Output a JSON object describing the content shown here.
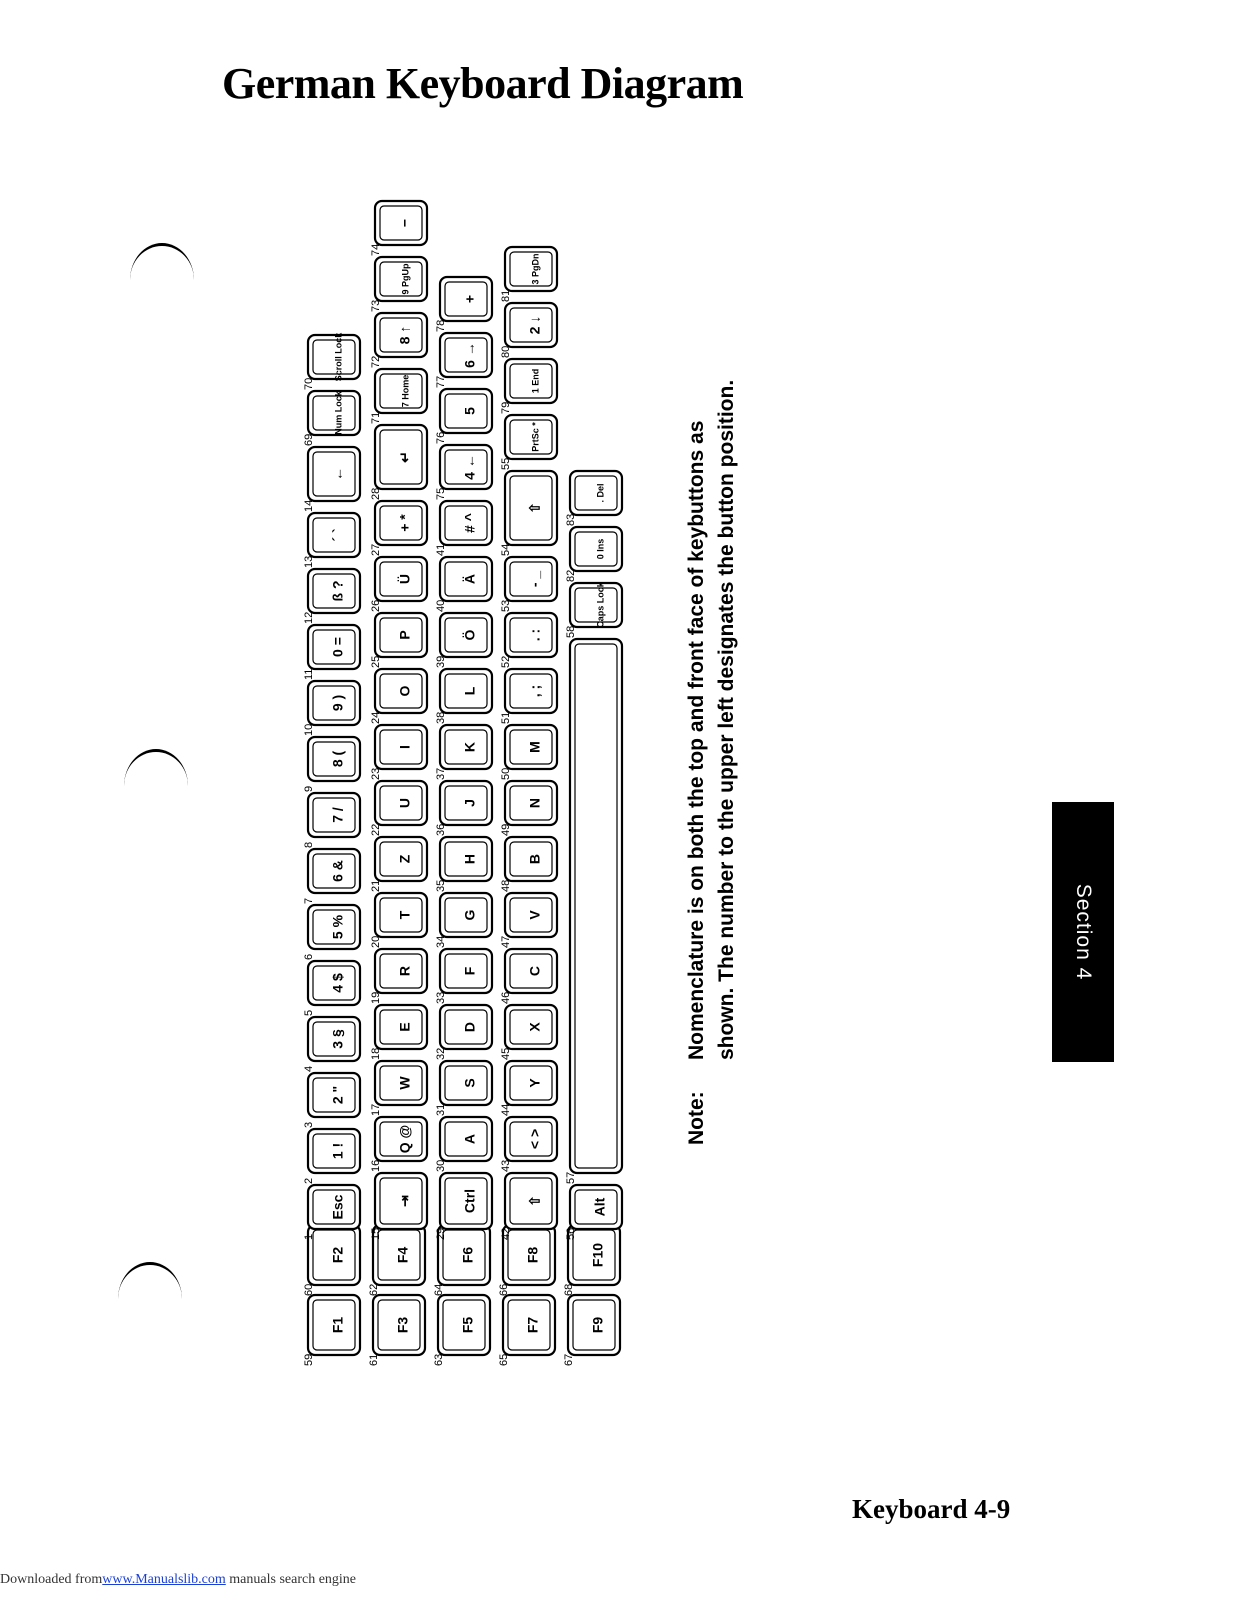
{
  "page": {
    "title": "German Keyboard Diagram",
    "note_label": "Note:",
    "note_text": "Nomenclature is on both the top and front face of keybuttons as shown. The number to the upper left designates the button position.",
    "section_tab": "Section 4",
    "page_number": "Keyboard  4-9",
    "footer_prefix": "Downloaded from",
    "footer_link": "www.Manualslib.com",
    "footer_suffix": " manuals search engine"
  },
  "keyboard": {
    "function_keys": [
      {
        "num": "59",
        "label": "F1"
      },
      {
        "num": "60",
        "label": "F2"
      },
      {
        "num": "61",
        "label": "F3"
      },
      {
        "num": "62",
        "label": "F4"
      },
      {
        "num": "63",
        "label": "F5"
      },
      {
        "num": "64",
        "label": "F6"
      },
      {
        "num": "65",
        "label": "F7"
      },
      {
        "num": "66",
        "label": "F8"
      },
      {
        "num": "67",
        "label": "F9"
      },
      {
        "num": "68",
        "label": "F10"
      }
    ],
    "rows": [
      [
        {
          "num": "1",
          "label": "Esc"
        },
        {
          "num": "2",
          "label": "1 !"
        },
        {
          "num": "3",
          "label": "2 \""
        },
        {
          "num": "4",
          "label": "3 §"
        },
        {
          "num": "5",
          "label": "4 $"
        },
        {
          "num": "6",
          "label": "5 %"
        },
        {
          "num": "7",
          "label": "6 &"
        },
        {
          "num": "8",
          "label": "7 /"
        },
        {
          "num": "9",
          "label": "8 ("
        },
        {
          "num": "10",
          "label": "9 )"
        },
        {
          "num": "11",
          "label": "0 ="
        },
        {
          "num": "12",
          "label": "ß ?"
        },
        {
          "num": "13",
          "label": "´ `"
        },
        {
          "num": "14",
          "label": "←"
        },
        {
          "num": "69",
          "label": "Num Lock"
        },
        {
          "num": "70",
          "label": "Scroll Lock"
        }
      ],
      [
        {
          "num": "15",
          "label": "⇥"
        },
        {
          "num": "16",
          "label": "Q @"
        },
        {
          "num": "17",
          "label": "W"
        },
        {
          "num": "18",
          "label": "E"
        },
        {
          "num": "19",
          "label": "R"
        },
        {
          "num": "20",
          "label": "T"
        },
        {
          "num": "21",
          "label": "Z"
        },
        {
          "num": "22",
          "label": "U"
        },
        {
          "num": "23",
          "label": "I"
        },
        {
          "num": "24",
          "label": "O"
        },
        {
          "num": "25",
          "label": "P"
        },
        {
          "num": "26",
          "label": "Ü"
        },
        {
          "num": "27",
          "label": "+ *"
        },
        {
          "num": "28",
          "label": "↵"
        },
        {
          "num": "71",
          "label": "7 Home"
        },
        {
          "num": "72",
          "label": "8 ↑"
        },
        {
          "num": "73",
          "label": "9 PgUp"
        },
        {
          "num": "74",
          "label": "−"
        }
      ],
      [
        {
          "num": "29",
          "label": "Ctrl"
        },
        {
          "num": "30",
          "label": "A"
        },
        {
          "num": "31",
          "label": "S"
        },
        {
          "num": "32",
          "label": "D"
        },
        {
          "num": "33",
          "label": "F"
        },
        {
          "num": "34",
          "label": "G"
        },
        {
          "num": "35",
          "label": "H"
        },
        {
          "num": "36",
          "label": "J"
        },
        {
          "num": "37",
          "label": "K"
        },
        {
          "num": "38",
          "label": "L"
        },
        {
          "num": "39",
          "label": "Ö"
        },
        {
          "num": "40",
          "label": "Ä"
        },
        {
          "num": "41",
          "label": "# ^"
        },
        {
          "num": "75",
          "label": "4 ←"
        },
        {
          "num": "76",
          "label": "5"
        },
        {
          "num": "77",
          "label": "6 →"
        },
        {
          "num": "78",
          "label": "+"
        }
      ],
      [
        {
          "num": "42",
          "label": "⇧"
        },
        {
          "num": "43",
          "label": "< >"
        },
        {
          "num": "44",
          "label": "Y"
        },
        {
          "num": "45",
          "label": "X"
        },
        {
          "num": "46",
          "label": "C"
        },
        {
          "num": "47",
          "label": "V"
        },
        {
          "num": "48",
          "label": "B"
        },
        {
          "num": "49",
          "label": "N"
        },
        {
          "num": "50",
          "label": "M"
        },
        {
          "num": "51",
          "label": ", ;"
        },
        {
          "num": "52",
          "label": ". :"
        },
        {
          "num": "53",
          "label": "- _"
        },
        {
          "num": "54",
          "label": "⇧"
        },
        {
          "num": "55",
          "label": "PrtSc *"
        },
        {
          "num": "79",
          "label": "1 End"
        },
        {
          "num": "80",
          "label": "2 ↓"
        },
        {
          "num": "81",
          "label": "3 PgDn"
        }
      ],
      [
        {
          "num": "56",
          "label": "Alt"
        },
        {
          "num": "57",
          "label": ""
        },
        {
          "num": "58",
          "label": "Caps Lock"
        },
        {
          "num": "82",
          "label": "0 Ins"
        },
        {
          "num": "83",
          "label": ". Del"
        }
      ]
    ]
  }
}
